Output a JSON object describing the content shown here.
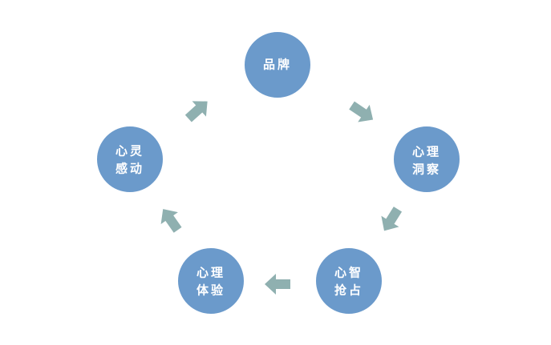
{
  "diagram": {
    "nodes": [
      {
        "id": "brand",
        "lines": [
          "品牌"
        ]
      },
      {
        "id": "insight",
        "lines": [
          "心理",
          "洞察"
        ]
      },
      {
        "id": "mind",
        "lines": [
          "心智",
          "抢占"
        ]
      },
      {
        "id": "experience",
        "lines": [
          "心理",
          "体验"
        ]
      },
      {
        "id": "emotion",
        "lines": [
          "心灵",
          "感动"
        ]
      }
    ],
    "edges": [
      {
        "from": "brand",
        "to": "insight"
      },
      {
        "from": "insight",
        "to": "mind"
      },
      {
        "from": "mind",
        "to": "experience"
      },
      {
        "from": "experience",
        "to": "emotion"
      },
      {
        "from": "emotion",
        "to": "brand"
      }
    ],
    "colors": {
      "node_fill": "#6b9acb",
      "node_text": "#ffffff",
      "arrow": "#8fb0b0",
      "background": "#ffffff"
    }
  }
}
